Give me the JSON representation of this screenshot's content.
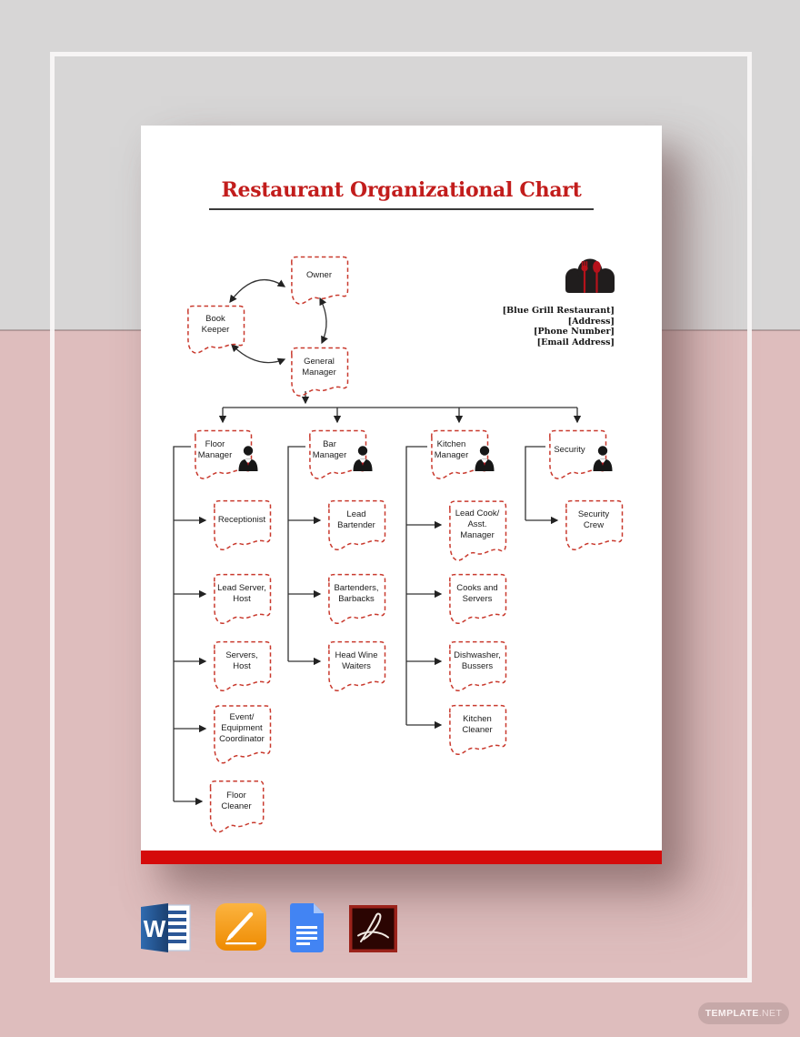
{
  "page": {
    "watermark": {
      "brand_bold": "TEMPLATE",
      "brand_suffix": ".NET"
    }
  },
  "document": {
    "title": "Restaurant Organizational Chart",
    "logo": "chef-hat-with-fork-and-spoon",
    "company": {
      "name": "[Blue Grill Restaurant]",
      "address": "[Address]",
      "phone": "[Phone Number]",
      "email": "[Email Address]"
    },
    "org_chart": {
      "type": "org-chart",
      "nodes": [
        {
          "id": "owner",
          "label": "Owner",
          "parent": null
        },
        {
          "id": "book_keeper",
          "label": "Book\nKeeper",
          "parent": "owner"
        },
        {
          "id": "general_manager",
          "label": "General\nManager",
          "parent": "owner"
        },
        {
          "id": "floor_manager",
          "label": "Floor\nManager",
          "parent": "general_manager",
          "icon": "person"
        },
        {
          "id": "bar_manager",
          "label": "Bar\nManager",
          "parent": "general_manager",
          "icon": "person"
        },
        {
          "id": "kitchen_manager",
          "label": "Kitchen\nManager",
          "parent": "general_manager",
          "icon": "person"
        },
        {
          "id": "security",
          "label": "Security",
          "parent": "general_manager",
          "icon": "person"
        },
        {
          "id": "receptionist",
          "label": "Receptionist",
          "parent": "floor_manager"
        },
        {
          "id": "lead_server",
          "label": "Lead Server,\nHost",
          "parent": "floor_manager"
        },
        {
          "id": "servers_host",
          "label": "Servers,\nHost",
          "parent": "floor_manager"
        },
        {
          "id": "event_coordinator",
          "label": "Event/\nEquipment\nCoordinator",
          "parent": "floor_manager"
        },
        {
          "id": "floor_cleaner",
          "label": "Floor\nCleaner",
          "parent": "floor_manager"
        },
        {
          "id": "lead_bartender",
          "label": "Lead\nBartender",
          "parent": "bar_manager"
        },
        {
          "id": "bartenders",
          "label": "Bartenders,\nBarbacks",
          "parent": "bar_manager"
        },
        {
          "id": "head_wine_waiters",
          "label": "Head Wine\nWaiters",
          "parent": "bar_manager"
        },
        {
          "id": "lead_cook",
          "label": "Lead Cook/\nAsst.\nManager",
          "parent": "kitchen_manager"
        },
        {
          "id": "cooks_servers",
          "label": "Cooks and\nServers",
          "parent": "kitchen_manager"
        },
        {
          "id": "dishwasher",
          "label": "Dishwasher,\nBussers",
          "parent": "kitchen_manager"
        },
        {
          "id": "kitchen_cleaner",
          "label": "Kitchen\nCleaner",
          "parent": "kitchen_manager"
        },
        {
          "id": "security_crew",
          "label": "Security\nCrew",
          "parent": "security"
        }
      ]
    }
  },
  "app_icons": [
    {
      "name": "microsoft-word"
    },
    {
      "name": "apple-pages"
    },
    {
      "name": "google-docs"
    },
    {
      "name": "adobe-pdf"
    }
  ],
  "colors": {
    "title_red": "#c21d1c",
    "dashed_box_red": "#c93a2e",
    "footer_bar_red": "#d50a0a",
    "background_gray": "#d7d6d6",
    "background_pink": "#debdbd"
  }
}
